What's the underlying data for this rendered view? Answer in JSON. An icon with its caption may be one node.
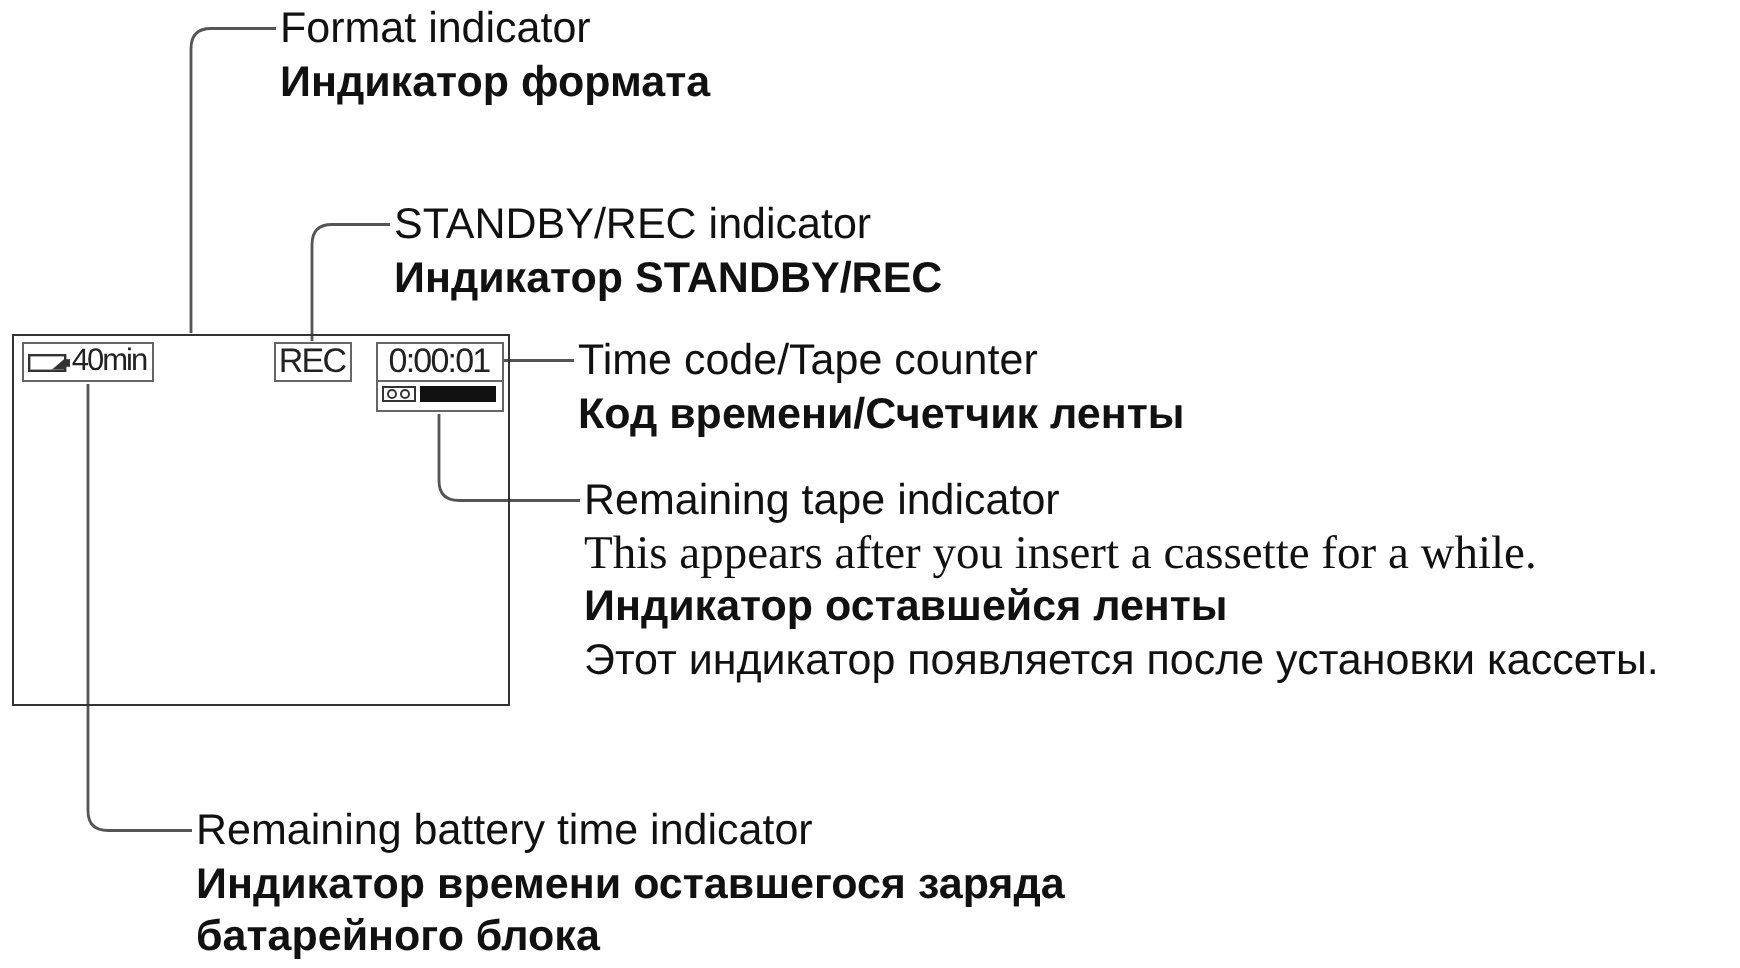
{
  "diagram": {
    "nodes": [
      {
        "text": [
          "Format indicator",
          "Индикатор формата"
        ]
      },
      {
        "text": [
          "STANDBY/REC indicator",
          "Индикатор STANDBY/REC"
        ]
      },
      {
        "text": [],
        "shape": "box"
      },
      {
        "text": [
          "40min"
        ],
        "in": 2
      },
      {
        "text": [
          "REC"
        ],
        "in": 2
      },
      {
        "text": [
          "0:00:01"
        ],
        "in": 2
      },
      {
        "text": [],
        "shape": "bar",
        "in": 2
      },
      {
        "text": [
          "Time code/Tape counter",
          "Код времени/Счетчик ленты"
        ]
      },
      {
        "text": [
          "Remaining tape indicator",
          "This appears after you insert a cassette for a while.",
          "Индикатор оставшейся ленты",
          "Этот индикатор появляется после установки кассеты."
        ]
      },
      {
        "text": [
          "Remaining battery time indicator",
          "Индикатор времени оставшегося заряда батарейного блока"
        ]
      }
    ],
    "edges": [
      {
        "from": 0,
        "to": 2,
        "arrow": "none"
      },
      {
        "from": 1,
        "to": 4,
        "arrow": "none"
      },
      {
        "from": 7,
        "to": 5,
        "arrow": "none"
      },
      {
        "from": 8,
        "to": 6,
        "arrow": "none"
      },
      {
        "from": 9,
        "to": 3,
        "arrow": "none"
      }
    ]
  }
}
